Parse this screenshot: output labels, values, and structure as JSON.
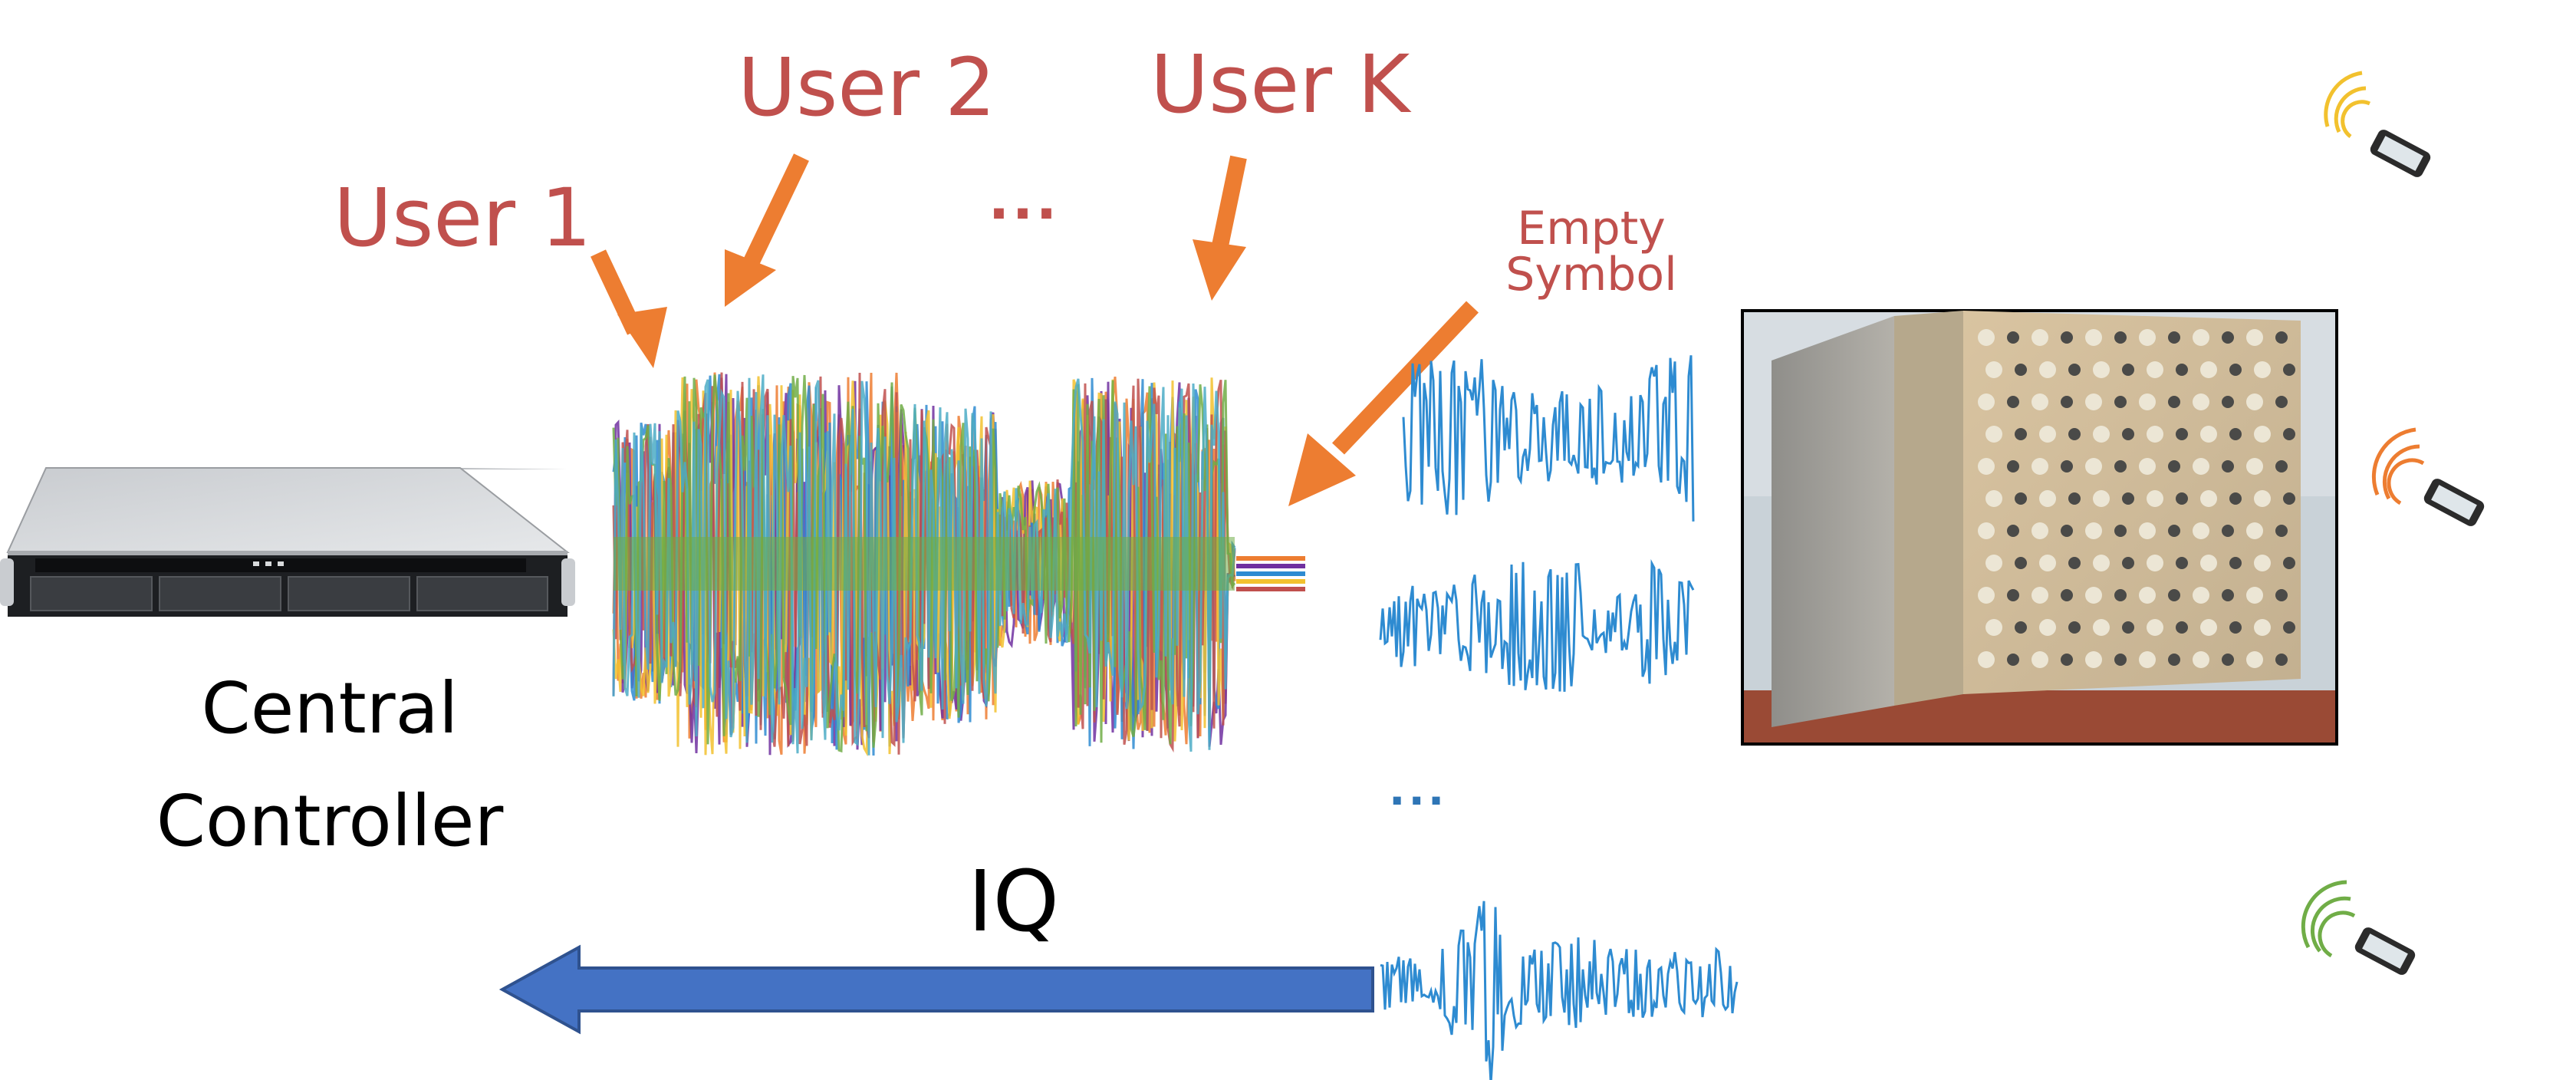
{
  "labels": {
    "user1": "User 1",
    "user2": "User 2",
    "userK": "User K",
    "user_dots": "...",
    "empty_symbol_line1": "Empty",
    "empty_symbol_line2": "Symbol",
    "central_controller_line1": "Central",
    "central_controller_line2": "Controller",
    "iq": "IQ",
    "antenna_dots": "..."
  },
  "colors": {
    "label_red": "#c0504d",
    "arrow_orange": "#ed7d31",
    "arrow_blue": "#4472c4",
    "signal_blue": "#2e8bd1",
    "wave_yellow": "#f2c12e",
    "wave_orange": "#ed7d31",
    "wave_green": "#70ad47"
  },
  "icons": {
    "server": "rack-server-icon",
    "antenna_array": "antenna-array-photo",
    "phone": "mobile-phone-icon",
    "wireless": "wireless-signal-icon"
  }
}
